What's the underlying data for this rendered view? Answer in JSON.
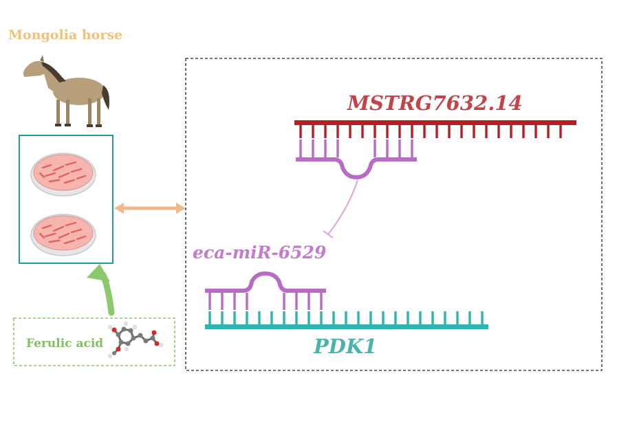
{
  "organism_label": "Mongolia horse",
  "treatment_label": "Ferulic acid",
  "lncrna_label": "MSTRG7632.14",
  "mirna_label": "eca-miR-6529",
  "gene_label": "PDK1",
  "icons": {
    "organism": "horse-icon",
    "cells": "petri-dish-icon",
    "compound": "molecule-icon"
  },
  "colors": {
    "organism_label": "#f2c078",
    "treatment_label": "#7fbf5f",
    "treatment_box_border": "#8cc96c",
    "cell_box_border": "#1f9e96",
    "lncrna": "#b71c24",
    "lncrna_label": "#c0444a",
    "mirna": "#b86bc4",
    "mirna_label": "#c27ccb",
    "gene": "#2bb6ad",
    "gene_label": "#4ab3ac",
    "double_arrow": "#f0b98c",
    "up_arrow": "#8cc96c",
    "inhibition": "#e2a6da",
    "dashed_panel": "#222222",
    "dish_fill": "#f7b5b0",
    "dish_cells": "#e0625e",
    "horse_body": "#b79f7c",
    "horse_mane": "#4a3b2f"
  }
}
